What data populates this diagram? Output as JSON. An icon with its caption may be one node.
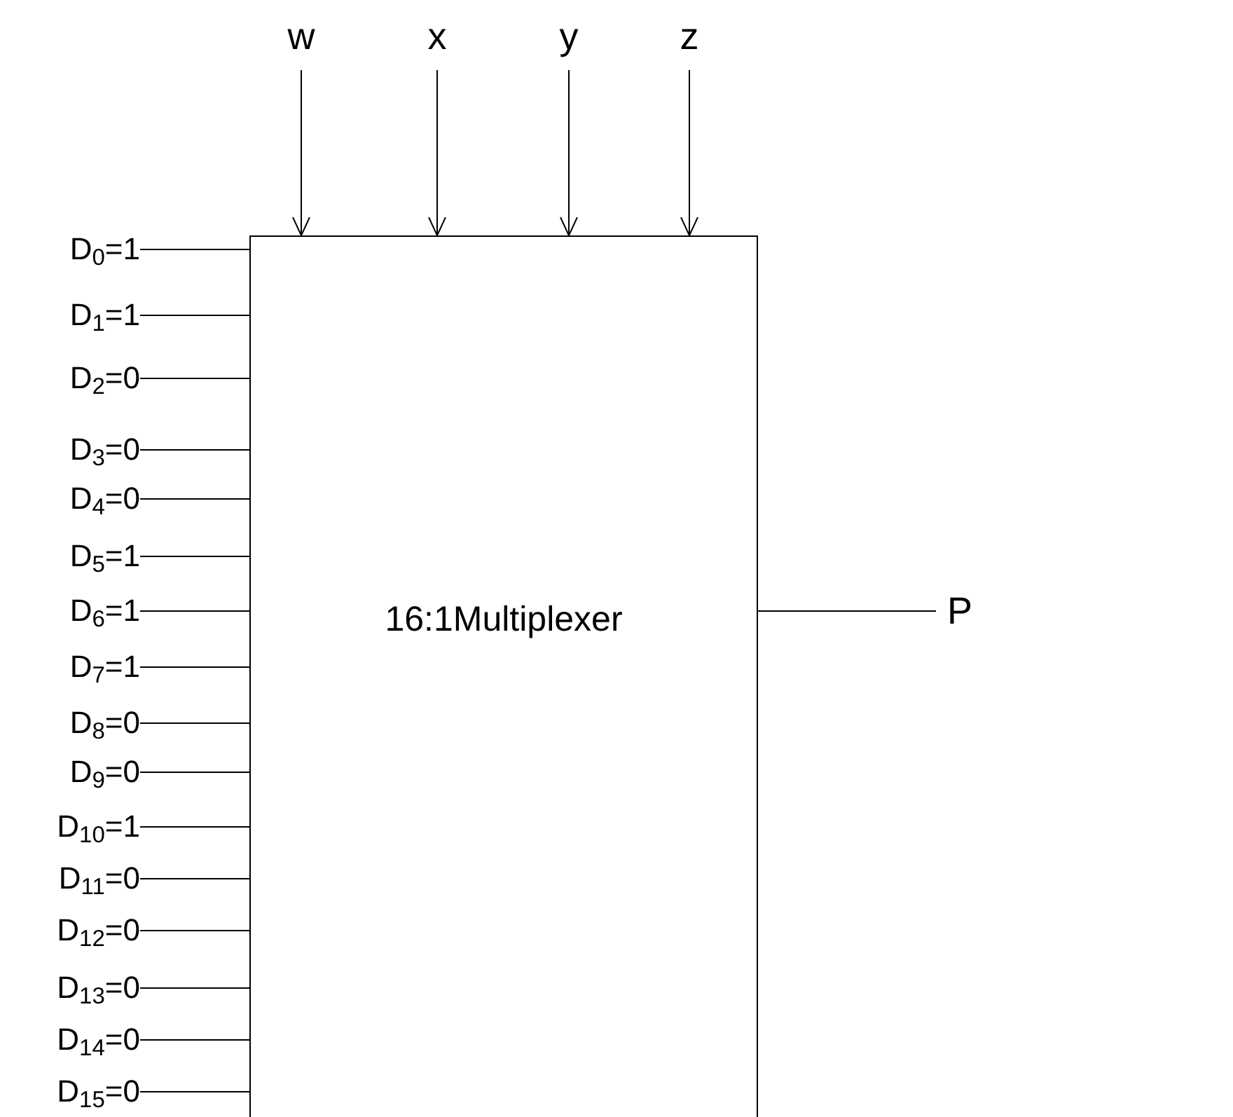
{
  "diagram": {
    "nodes": [
      {
        "text": [
          "16:1Multiplexer"
        ]
      },
      {
        "text": [
          "w"
        ]
      },
      {
        "text": [
          "x"
        ]
      },
      {
        "text": [
          "y"
        ]
      },
      {
        "text": [
          "z"
        ]
      },
      {
        "text": [
          "D$_{0}$=1"
        ]
      },
      {
        "text": [
          "D$_{1}$=1"
        ]
      },
      {
        "text": [
          "D$_{2}$=0"
        ]
      },
      {
        "text": [
          "D$_{3}$=0"
        ]
      },
      {
        "text": [
          "D$_{4}$=0"
        ]
      },
      {
        "text": [
          "D$_{5}$=1"
        ]
      },
      {
        "text": [
          "D$_{6}$=1"
        ]
      },
      {
        "text": [
          "D$_{7}$=1"
        ]
      },
      {
        "text": [
          "D$_{8}$=0"
        ]
      },
      {
        "text": [
          "D$_{9}$=0"
        ]
      },
      {
        "text": [
          "D$_{10}$=1"
        ]
      },
      {
        "text": [
          "D$_{11}$=0"
        ]
      },
      {
        "text": [
          "D$_{12}$=0"
        ]
      },
      {
        "text": [
          "D$_{13}$=0"
        ]
      },
      {
        "text": [
          "D$_{14}$=0"
        ]
      },
      {
        "text": [
          "D$_{15}$=0"
        ]
      },
      {
        "text": [
          "P"
        ]
      }
    ],
    "edges": [
      {
        "from": 1,
        "to": 0,
        "arrow": "to"
      },
      {
        "from": 2,
        "to": 0,
        "arrow": "to"
      },
      {
        "from": 3,
        "to": 0,
        "arrow": "to"
      },
      {
        "from": 4,
        "to": 0,
        "arrow": "to"
      },
      {
        "from": 5,
        "to": 0,
        "arrow": "none"
      },
      {
        "from": 6,
        "to": 0,
        "arrow": "none"
      },
      {
        "from": 7,
        "to": 0,
        "arrow": "none"
      },
      {
        "from": 8,
        "to": 0,
        "arrow": "none"
      },
      {
        "from": 9,
        "to": 0,
        "arrow": "none"
      },
      {
        "from": 10,
        "to": 0,
        "arrow": "none"
      },
      {
        "from": 11,
        "to": 0,
        "arrow": "none"
      },
      {
        "from": 12,
        "to": 0,
        "arrow": "none"
      },
      {
        "from": 13,
        "to": 0,
        "arrow": "none"
      },
      {
        "from": 14,
        "to": 0,
        "arrow": "none"
      },
      {
        "from": 15,
        "to": 0,
        "arrow": "none"
      },
      {
        "from": 16,
        "to": 0,
        "arrow": "none"
      },
      {
        "from": 17,
        "to": 0,
        "arrow": "none"
      },
      {
        "from": 18,
        "to": 0,
        "arrow": "none"
      },
      {
        "from": 19,
        "to": 0,
        "arrow": "none"
      },
      {
        "from": 20,
        "to": 0,
        "arrow": "none"
      },
      {
        "from": 0,
        "to": 21,
        "arrow": "none"
      }
    ]
  }
}
